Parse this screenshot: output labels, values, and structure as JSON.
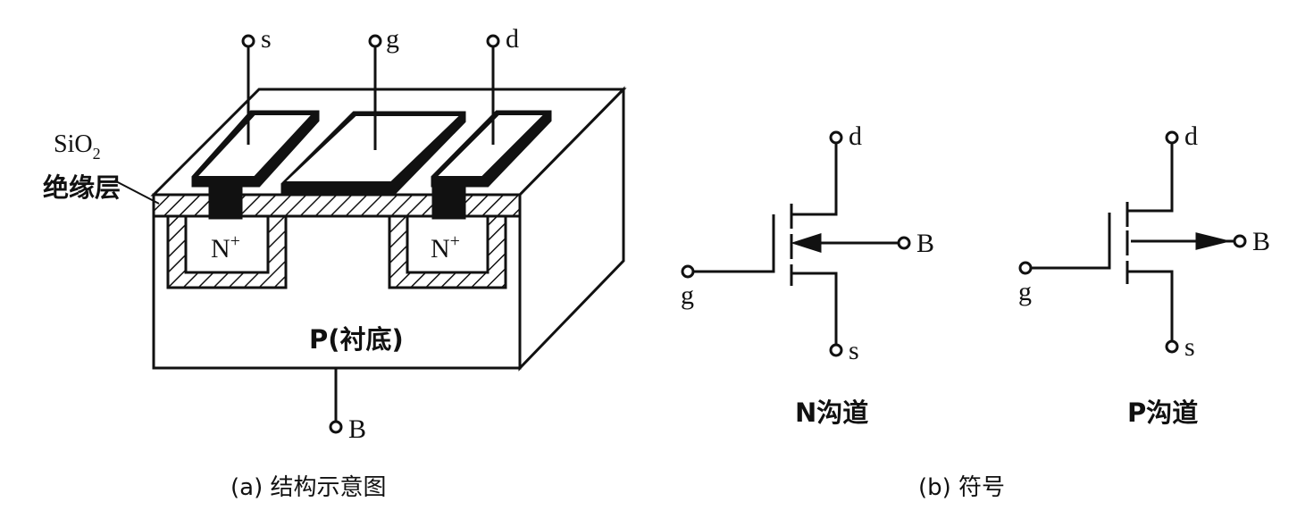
{
  "structure": {
    "terminal_s": "s",
    "terminal_g": "g",
    "terminal_d": "d",
    "terminal_b": "B",
    "sio2": "SiO",
    "sio2_sub": "2",
    "insulator": "绝缘层",
    "n_plus": "N",
    "plus": "+",
    "substrate": "P(衬底)",
    "caption": "(a) 结构示意图"
  },
  "symbols": {
    "n_channel": {
      "d": "d",
      "g": "g",
      "s": "s",
      "b": "B",
      "label": "N沟道"
    },
    "p_channel": {
      "d": "d",
      "g": "g",
      "s": "s",
      "b": "B",
      "label": "P沟道"
    },
    "caption": "(b) 符号"
  },
  "colors": {
    "ink": "#111111",
    "background": "#ffffff"
  }
}
